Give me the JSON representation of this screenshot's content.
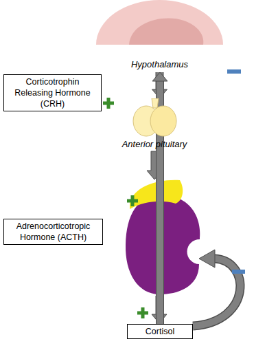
{
  "diagram": {
    "nodes": [
      {
        "text": [
          "Hypothalamus"
        ]
      },
      {
        "text": [
          "Corticotrophin Releasing Hormone (CRH)"
        ]
      },
      {
        "text": [
          "Anterior pituitary"
        ]
      },
      {
        "text": [
          "Adrenocorticotropic Hormone (ACTH)"
        ]
      },
      {
        "text": [
          "Cortisol"
        ]
      }
    ],
    "edges": [
      {
        "from": 0,
        "to": 2,
        "arrow": "to"
      },
      {
        "from": 4,
        "to": 0,
        "arrow": "to"
      }
    ]
  }
}
